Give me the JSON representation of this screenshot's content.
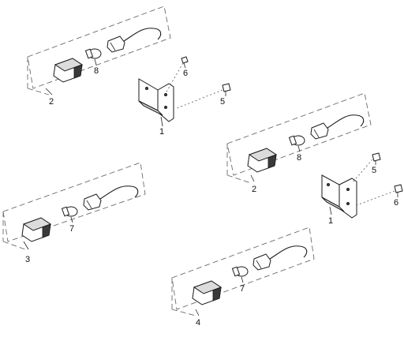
{
  "callouts": {
    "c8_top": "8",
    "c2_top": "2",
    "c6_upper": "6",
    "c5_upper": "5",
    "c1_upper": "1",
    "c8_right": "8",
    "c2_right": "2",
    "c5_right": "5",
    "c6_right": "6",
    "c1_right": "1",
    "c7_left": "7",
    "c3": "3",
    "c7_bottom": "7",
    "c4": "4"
  },
  "colors": {
    "background": "#ffffff",
    "line": "#1a1a1a",
    "dashed_outline": "#6b6b6b"
  }
}
